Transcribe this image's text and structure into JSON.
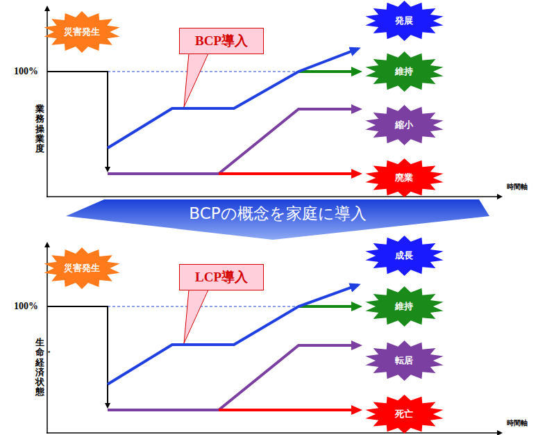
{
  "diagram": {
    "nodes": [
      {
        "text": [
          "災害発生"
        ]
      },
      {
        "text": [
          "BCP導入"
        ]
      },
      {
        "text": [
          "発展"
        ]
      },
      {
        "text": [
          "維持"
        ]
      },
      {
        "text": [
          "縮小"
        ]
      },
      {
        "text": [
          "廃業"
        ]
      },
      {
        "text": [
          "BCPの概念を家庭に導入"
        ]
      },
      {
        "text": [
          "災害発生"
        ]
      },
      {
        "text": [
          "LCP導入"
        ]
      },
      {
        "text": [
          "成長"
        ]
      },
      {
        "text": [
          "維持"
        ]
      },
      {
        "text": [
          "転居"
        ]
      },
      {
        "text": [
          "死亡"
        ]
      }
    ],
    "labels": [
      "100%",
      "業務操業度",
      "時間軸",
      "100%",
      "生命・経済状態",
      "時間軸"
    ]
  }
}
